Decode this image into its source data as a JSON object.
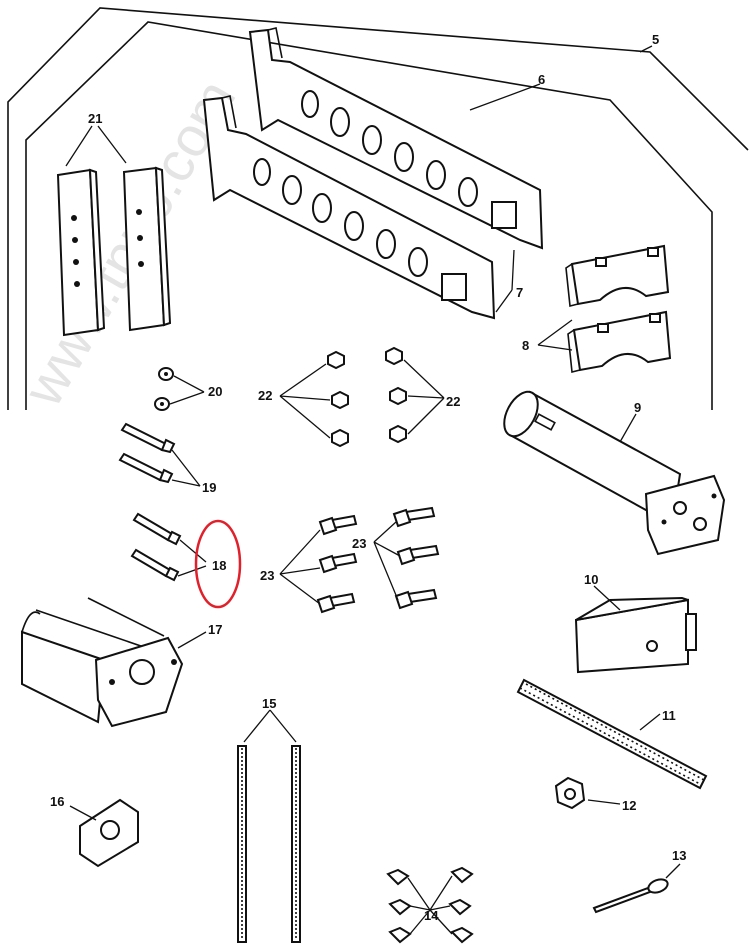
{
  "watermark": "www.tpub.com",
  "callouts": {
    "c5": "5",
    "c6": "6",
    "c7": "7",
    "c8": "8",
    "c9": "9",
    "c10": "10",
    "c11": "11",
    "c12": "12",
    "c13": "13",
    "c14": "14",
    "c15": "15",
    "c16": "16",
    "c17": "17",
    "c18": "18",
    "c19": "19",
    "c20": "20",
    "c21": "21",
    "c22a": "22",
    "c22b": "22",
    "c23a": "23",
    "c23b": "23"
  },
  "highlight": {
    "callout": "18",
    "color": "#e0202a"
  },
  "icons": [
    "arm-plate-icon",
    "bracket-pair-icon",
    "hub-casting-icon",
    "spacer-plate-icon",
    "tube-icon",
    "block-icon",
    "threaded-rod-icon",
    "hex-nut-icon",
    "pin-icon",
    "wing-nut-icon",
    "stud-icon",
    "bolt-icon",
    "flat-nut-icon",
    "lock-washer-icon"
  ]
}
